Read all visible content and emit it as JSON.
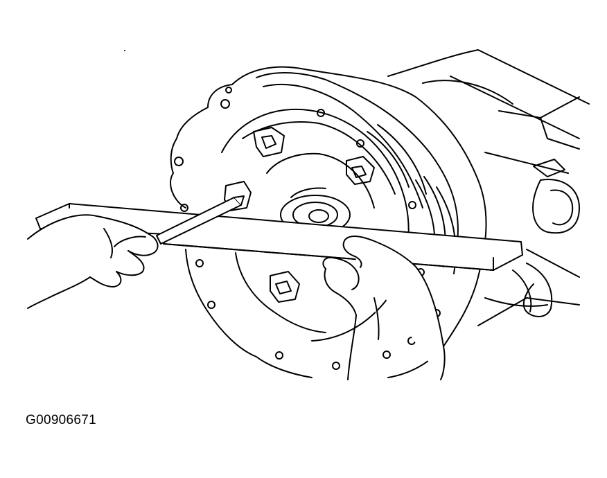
{
  "figure": {
    "id_label": "G00906671",
    "line_color": "#000000",
    "background_color": "#ffffff",
    "components": [
      "transmission-housing",
      "torque-converter",
      "converter-drive-lugs",
      "straight-edge",
      "feeler-gauge",
      "left-hand",
      "right-hand"
    ]
  }
}
